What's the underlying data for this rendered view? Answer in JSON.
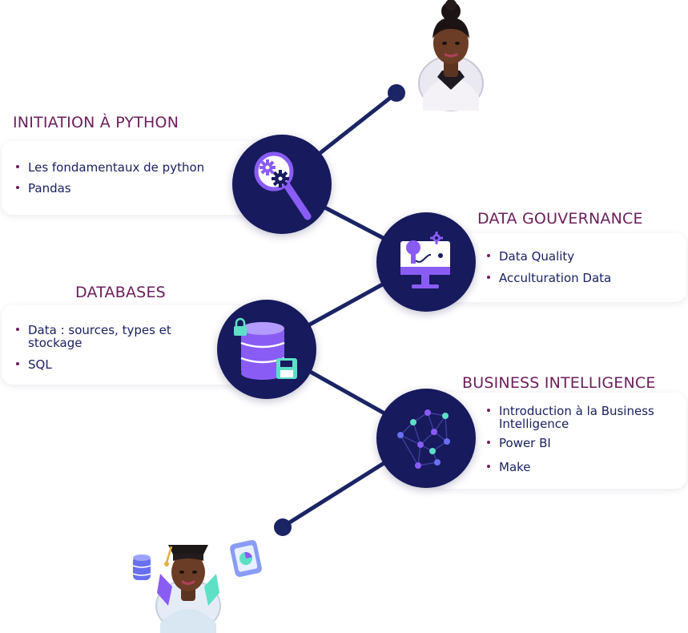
{
  "sections": [
    {
      "title": "INITIATION À PYTHON",
      "icon": "magnifier-gears-icon",
      "items": [
        "Les fondamentaux de python",
        "Pandas"
      ]
    },
    {
      "title": "DATA GOUVERNANCE",
      "icon": "monitor-lightbulb-gear-icon",
      "items": [
        "Data Quality",
        "Acculturation Data"
      ]
    },
    {
      "title": "DATABASES",
      "icon": "database-lock-save-icon",
      "items": [
        "Data : sources, types et stockage",
        "SQL"
      ]
    },
    {
      "title": "BUSINESS INTELLIGENCE",
      "icon": "network-graph-icon",
      "items": [
        "Introduction à la Business Intelligence",
        "Power BI",
        "Make"
      ]
    }
  ],
  "avatars": {
    "start": "student-avatar",
    "end": "graduate-avatar"
  },
  "colors": {
    "title": "#6b1f5a",
    "text": "#1b2160",
    "node": "#171a5c",
    "line": "#1b2464",
    "accent_purple": "#8a5cf6",
    "accent_teal": "#5de0c6"
  }
}
